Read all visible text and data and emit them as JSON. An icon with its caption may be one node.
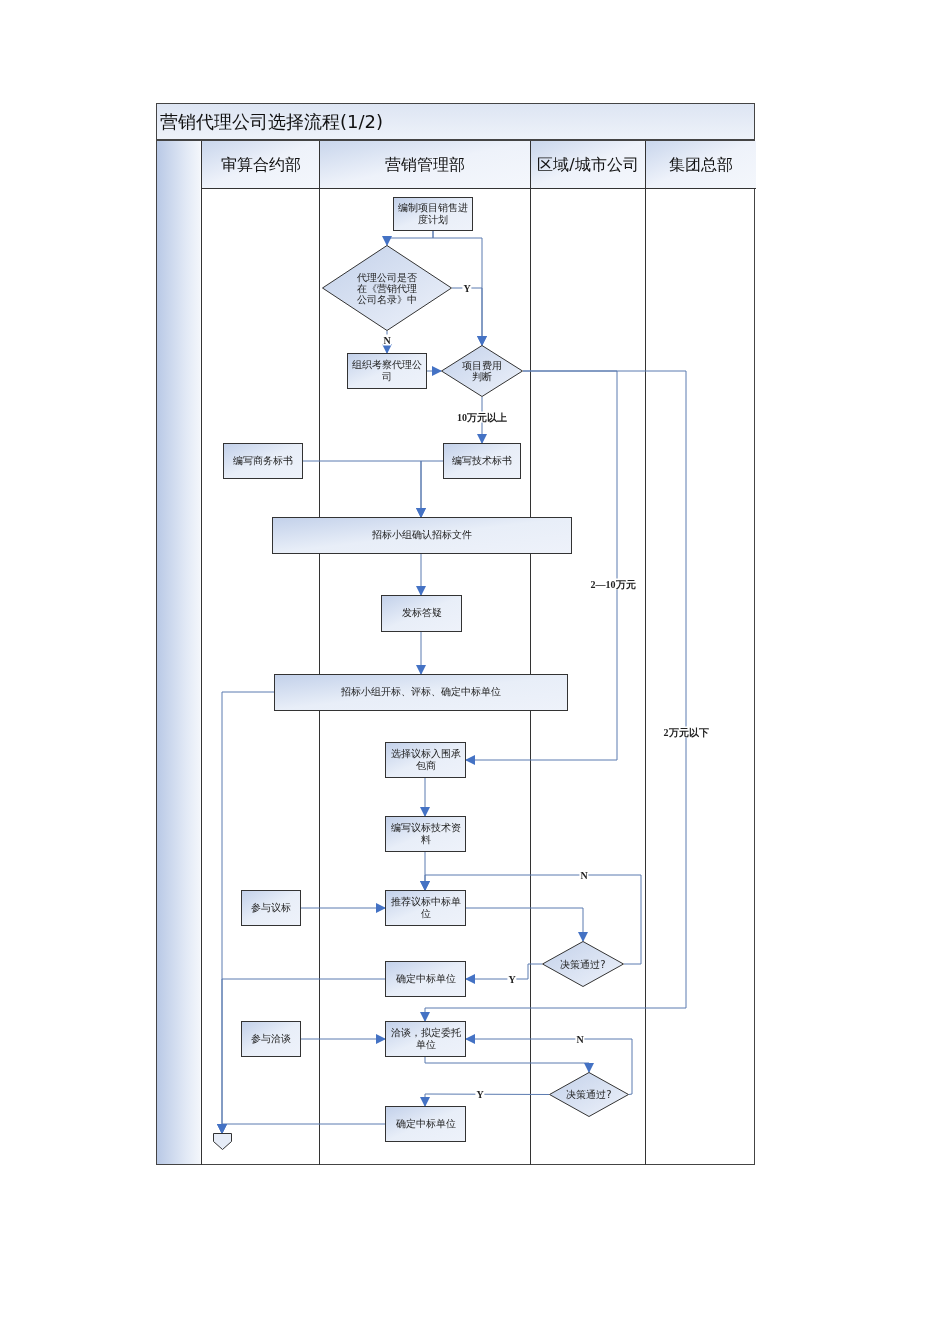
{
  "diagram": {
    "title": "营销代理公司选择流程(1/2)",
    "nodes": [
      {
        "text": [
          "审算合约部"
        ]
      },
      {
        "text": [
          "营销管理部"
        ]
      },
      {
        "text": [
          "区域/城市公司"
        ]
      },
      {
        "text": [
          "集团总部"
        ]
      },
      {
        "text": [
          "编制项目销售进度计划"
        ]
      },
      {
        "text": [
          "代理公司是否在《营销代理公司名录》中"
        ]
      },
      {
        "text": [
          "组织考察代理公司"
        ]
      },
      {
        "text": [
          "项目费用判断"
        ]
      },
      {
        "text": [
          "编写技术标书"
        ]
      },
      {
        "text": [
          "编写商务标书"
        ]
      },
      {
        "text": [
          "招标小组确认招标文件"
        ]
      },
      {
        "text": [
          "发标答疑"
        ]
      },
      {
        "text": [
          "招标小组开标、评标、确定中标单位"
        ]
      },
      {
        "text": [
          "选择议标入围承包商"
        ]
      },
      {
        "text": [
          "编写议标技术资料"
        ]
      },
      {
        "text": [
          "参与议标"
        ]
      },
      {
        "text": [
          "推荐议标中标单位"
        ]
      },
      {
        "text": [
          "决策通过?"
        ]
      },
      {
        "text": [
          "确定中标单位"
        ]
      },
      {
        "text": [
          "参与洽谈"
        ]
      },
      {
        "text": [
          "洽谈，拟定委托单位"
        ]
      },
      {
        "text": [
          "决策通过?"
        ]
      },
      {
        "text": [
          "确定中标单位"
        ]
      },
      {
        "text": [],
        "shape": "pentagon"
      }
    ],
    "edges": [
      {
        "from": 4,
        "to": 5,
        "arrow": "to"
      },
      {
        "from": 4,
        "to": 7,
        "arrow": "to"
      },
      {
        "from": 5,
        "to": 7,
        "label": "Y",
        "arrow": "to"
      },
      {
        "from": 5,
        "to": 6,
        "label": "N",
        "arrow": "to"
      },
      {
        "from": 6,
        "to": 7,
        "arrow": "to"
      },
      {
        "from": 7,
        "to": 8,
        "label": "10万元以上",
        "arrow": "to"
      },
      {
        "from": 7,
        "to": 13,
        "label": "2—10万元",
        "arrow": "to"
      },
      {
        "from": 7,
        "to": 20,
        "label": "2万元以下",
        "arrow": "to"
      },
      {
        "from": 9,
        "to": 10,
        "arrow": "to"
      },
      {
        "from": 8,
        "to": 10,
        "arrow": "to"
      },
      {
        "from": 10,
        "to": 11,
        "arrow": "to"
      },
      {
        "from": 11,
        "to": 12,
        "arrow": "to"
      },
      {
        "from": 12,
        "to": 23,
        "arrow": "to"
      },
      {
        "from": 13,
        "to": 14,
        "arrow": "to"
      },
      {
        "from": 14,
        "to": 16,
        "arrow": "to"
      },
      {
        "from": 15,
        "to": 16,
        "arrow": "to"
      },
      {
        "from": 16,
        "to": 17,
        "arrow": "to"
      },
      {
        "from": 17,
        "to": 16,
        "label": "N",
        "arrow": "to"
      },
      {
        "from": 17,
        "to": 18,
        "label": "Y",
        "arrow": "to"
      },
      {
        "from": 18,
        "to": 23,
        "arrow": "to"
      },
      {
        "from": 19,
        "to": 20,
        "arrow": "to"
      },
      {
        "from": 20,
        "to": 21,
        "arrow": "to"
      },
      {
        "from": 21,
        "to": 20,
        "label": "N",
        "arrow": "to"
      },
      {
        "from": 21,
        "to": 22,
        "label": "Y",
        "arrow": "to"
      },
      {
        "from": 22,
        "to": 23,
        "arrow": "to"
      }
    ]
  }
}
